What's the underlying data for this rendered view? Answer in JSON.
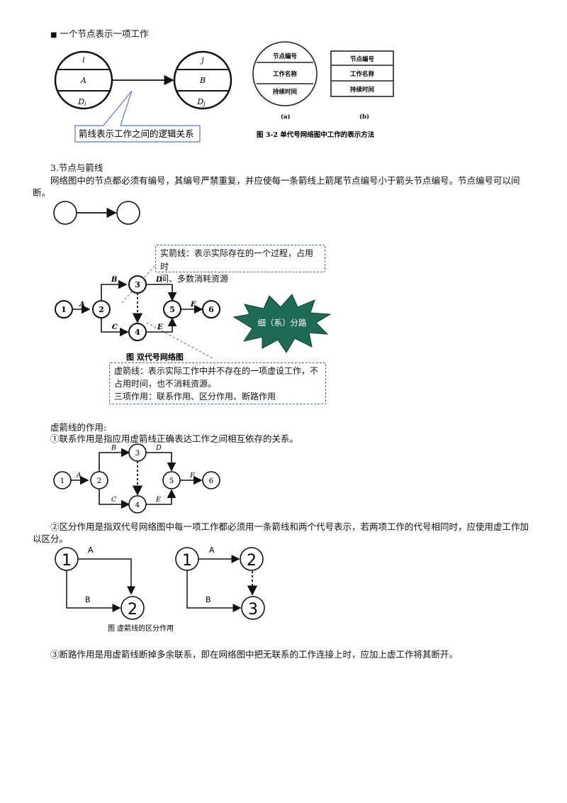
{
  "section1": {
    "bullet": "■",
    "heading": "一个节点表示一项工作",
    "node_i": {
      "top": "i",
      "mid": "A",
      "bot": "D",
      "sub": "i"
    },
    "node_j": {
      "top": "j",
      "mid": "B",
      "bot": "D",
      "sub": "j"
    },
    "callout": "箭线表示工作之间的逻辑关系",
    "fig_a_rows": [
      "节点编号",
      "工作名称",
      "持续时间"
    ],
    "fig_b_rows": [
      "节点编号",
      "工作名称",
      "持续时间"
    ],
    "fig_a_label": "(a)",
    "fig_b_label": "(b)",
    "caption": "图 3-2   单代号网络图中工作的表示方法"
  },
  "section3": {
    "heading": "3.节点与箭线",
    "para": "网络图中的节点都必须有编号，其编号严禁重复，并应使每一条箭线上箭尾节点编号小于箭头节点编号。节点编号可以间断。"
  },
  "network": {
    "nodes": [
      "1",
      "2",
      "3",
      "4",
      "5",
      "6"
    ],
    "labels": {
      "A": "A",
      "B": "B",
      "C": "C",
      "D": "D",
      "E": "E",
      "F": "F"
    },
    "caption": "图   双代号网络图",
    "solid_note_l1": "实箭线：表示实际存在的一个过程，占用时",
    "solid_note_l2": "间、多数消耗资源",
    "dashed_note_l1": "虚箭线：表示实际工作中并不存在的一项虚设工作，不",
    "dashed_note_l2": "占用时间，也不消耗资源。",
    "dashed_note_l3": "三项作用：联系作用、区分作用、断路作用",
    "burst": "细（系）分路"
  },
  "dummy": {
    "heading": "虚箭线的作用:",
    "item1": "①联系作用是指应用虚箭线正确表达工作之间相互依存的关系。",
    "item2": "②区分作用是指双代号网络图中每一项工作都必须用一条箭线和两个代号表示，若两项工作的代号相同时，应使用虚工作加以区分。",
    "item3": "③断路作用是用虚箭线断掉多余联系，即在网络图中把无联系的工作连接上时，应加上虚工作将其断开。",
    "diff_left": {
      "n1": "1",
      "n2": "2",
      "a": "A",
      "b": "B"
    },
    "diff_right": {
      "n1": "1",
      "n2": "2",
      "n3": "3",
      "a": "A",
      "b": "B"
    },
    "diff_caption": "图     虚箭线的区分作用"
  },
  "colors": {
    "callout_border": "#5b77b0",
    "dashed_border": "#3a66c4",
    "burst_fill": "#1f6a57"
  }
}
